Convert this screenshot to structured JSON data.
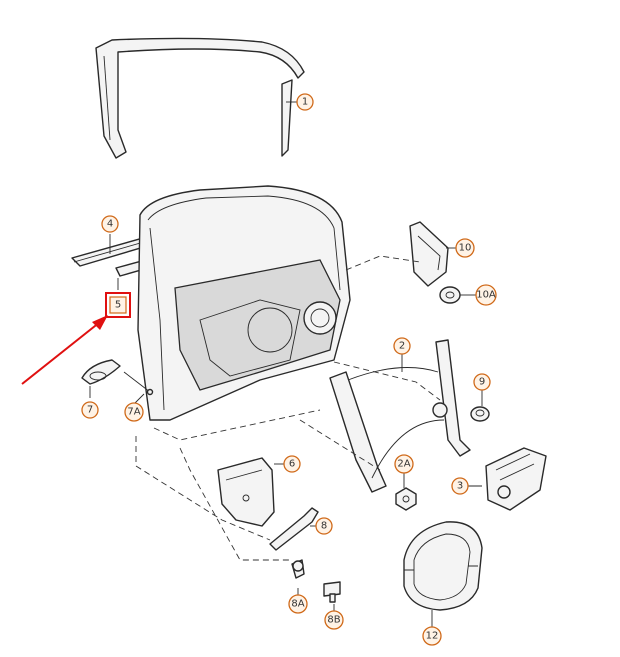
{
  "callouts": {
    "c1": "1",
    "c4": "4",
    "c5": "5",
    "c7": "7",
    "c7a": "7A",
    "c2": "2",
    "c10": "10",
    "c10a": "10A",
    "c9": "9",
    "c2a": "2A",
    "c3": "3",
    "c6": "6",
    "c8": "8",
    "c8a": "8A",
    "c8b": "8B",
    "c12": "12"
  },
  "highlight": {
    "target": "5",
    "color": "#e01010"
  },
  "colors": {
    "callout_stroke": "#d06a1a",
    "callout_fill": "#fff3e6",
    "line": "#2a2a2a"
  }
}
